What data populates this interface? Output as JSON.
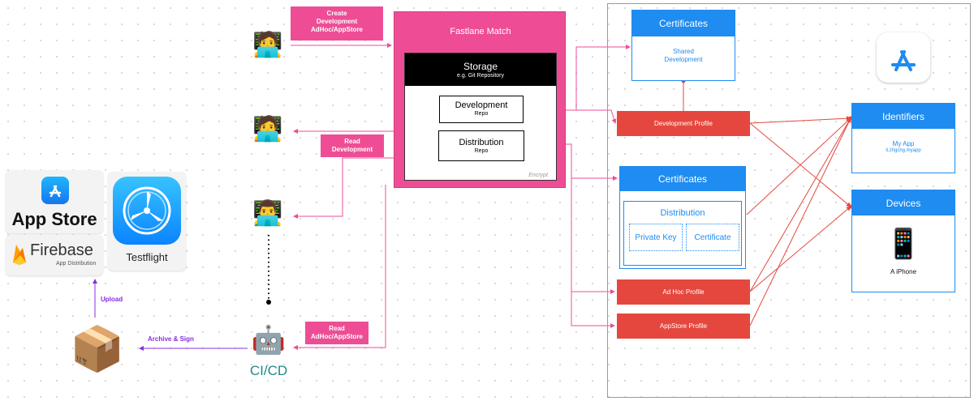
{
  "match": {
    "title": "Fastlane Match",
    "storage_title": "Storage",
    "storage_sub": "e.g. Git Repository",
    "dev_repo_title": "Development",
    "dev_repo_sub": "Repo",
    "dist_repo_title": "Distribution",
    "dist_repo_sub": "Repo",
    "encrypt": "Encrypt"
  },
  "labels": {
    "create": "Create\nDevelopment\nAdHoc/AppStore",
    "read_dev": "Read\nDevelopment",
    "read_adhoc": "Read\nAdHoc/AppStore",
    "upload": "Upload",
    "archive": "Archive & Sign",
    "cicd": "CI/CD"
  },
  "distribution_targets": {
    "app_store": "App Store",
    "firebase": "Firebase",
    "firebase_sub": "App Distribution",
    "testflight": "Testflight"
  },
  "apple": {
    "cert_shared_head": "Certificates",
    "cert_shared_body": "Shared\nDevelopment",
    "cert_dist_head": "Certificates",
    "cert_dist_title": "Distribution",
    "private_key": "Private Key",
    "certificate": "Certificate",
    "dev_profile": "Development Profile",
    "adhoc_profile": "Ad Hoc Profile",
    "appstore_profile": "AppStore Profile",
    "identifiers_head": "Identifiers",
    "my_app": "My App",
    "bundle_id": "li.zhgchg.myapp",
    "devices_head": "Devices",
    "iphone": "A iPhone"
  },
  "emojis": {
    "dev1": "🧑‍💻",
    "dev2": "🧑‍💻",
    "dev3": "👨‍💻",
    "robot": "🤖",
    "package": "📦",
    "phone": "📱"
  },
  "colors": {
    "pink": "#ee4d95",
    "red": "#e5473e",
    "blue": "#1e8cf0",
    "purple": "#8a2be2"
  }
}
